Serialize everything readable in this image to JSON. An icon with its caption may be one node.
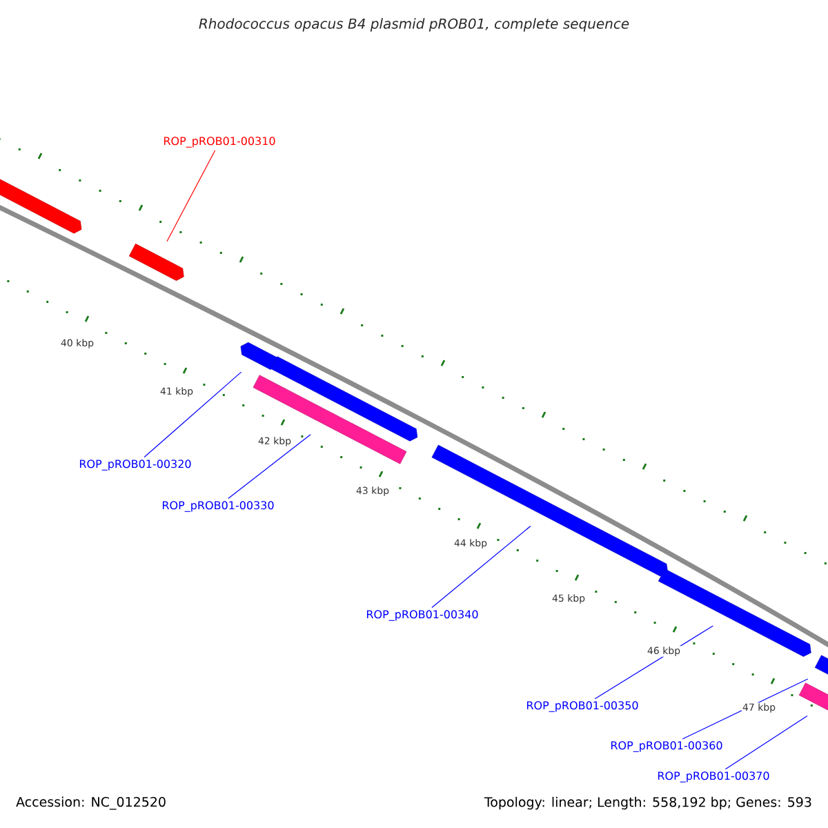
{
  "diagram": {
    "title": "Rhodococcus opacus B4 plasmid pROB01, complete sequence",
    "nodes": [
      {
        "text": [],
        "shape": "arrow"
      },
      {
        "text": [],
        "shape": "arrow"
      },
      {
        "text": [],
        "shape": "arrow"
      },
      {
        "text": [],
        "shape": "arrow"
      },
      {
        "text": [],
        "shape": "bar"
      },
      {
        "text": [],
        "shape": "arrow"
      },
      {
        "text": [],
        "shape": "arrow"
      },
      {
        "text": [],
        "shape": "arrow"
      },
      {
        "text": [],
        "shape": "bar"
      },
      {
        "text": [
          "ROP_pROB01-00310"
        ]
      },
      {
        "text": [
          "ROP_pROB01-00320"
        ]
      },
      {
        "text": [
          "ROP_pROB01-00330"
        ]
      },
      {
        "text": [
          "ROP_pROB01-00340"
        ]
      },
      {
        "text": [
          "ROP_pROB01-00350"
        ]
      },
      {
        "text": [
          "ROP_pROB01-00360"
        ]
      },
      {
        "text": [
          "ROP_pROB01-00370"
        ]
      }
    ],
    "edges": [
      {
        "from": 9,
        "to": 1,
        "arrow": "none",
        "color": "#ff0000"
      },
      {
        "from": 10,
        "to": 2,
        "arrow": "none"
      },
      {
        "from": 11,
        "to": 4,
        "arrow": "none"
      },
      {
        "from": 12,
        "to": 5,
        "arrow": "none"
      },
      {
        "from": 13,
        "to": 6,
        "arrow": "none"
      },
      {
        "from": 14,
        "to": 7,
        "arrow": "none"
      },
      {
        "from": 15,
        "to": 8,
        "arrow": "none"
      }
    ],
    "labels": [
      "40 kbp",
      "41 kbp",
      "42 kbp",
      "43 kbp",
      "44 kbp",
      "45 kbp",
      "46 kbp",
      "47 kbp",
      "Accession: NC_012520",
      "Topology: linear; Length: 558,192 bp; Genes: 593"
    ]
  }
}
